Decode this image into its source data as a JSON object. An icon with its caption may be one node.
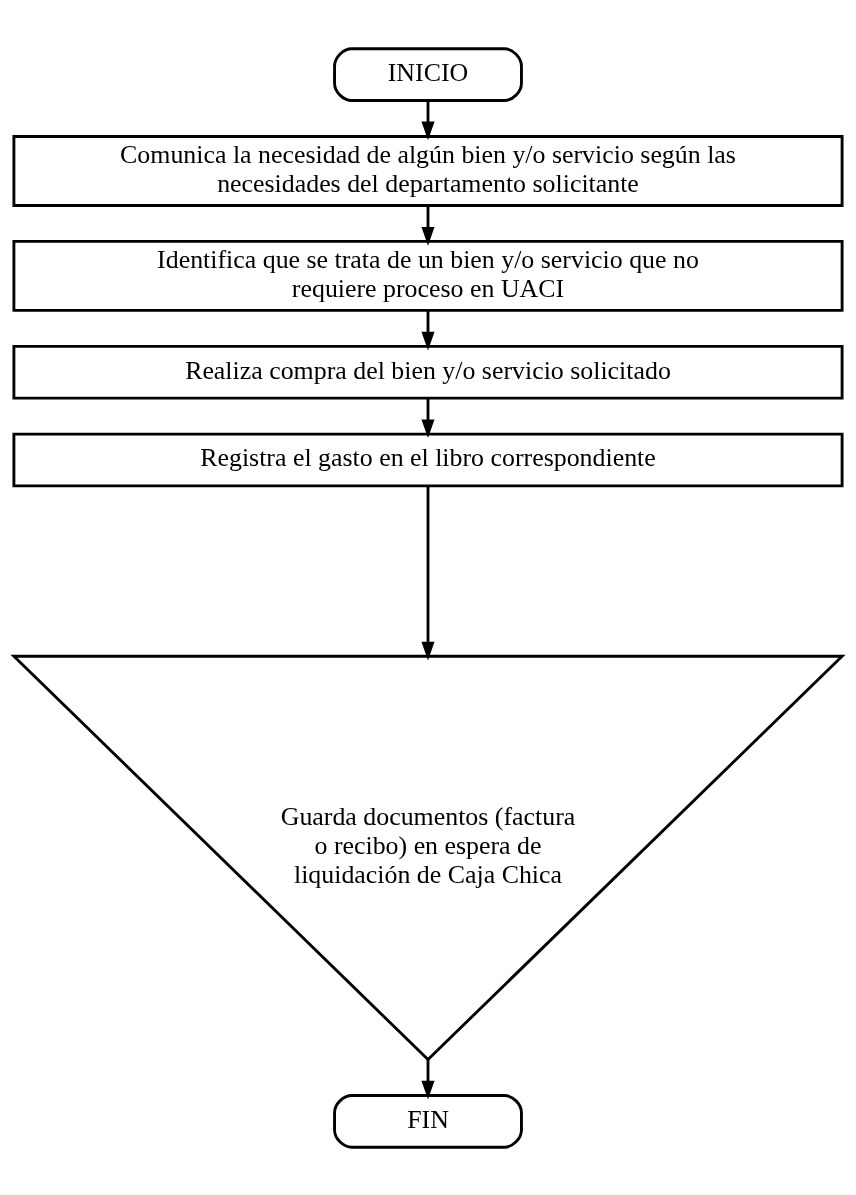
{
  "diagram": {
    "nodes": [
      {
        "text": [
          "INICIO"
        ]
      },
      {
        "text": [
          "Comunica la necesidad de algún bien y/o servicio según las necesidades del departamento solicitante"
        ]
      },
      {
        "text": [
          "Identifica que se trata de un bien y/o servicio que no requiere proceso en UACI"
        ]
      },
      {
        "text": [
          "Realiza compra del bien y/o servicio solicitado"
        ]
      },
      {
        "text": [
          "Registra el gasto en el libro correspondiente"
        ]
      },
      {
        "text": [
          "Guarda documentos (factura o recibo) en espera de liquidación de Caja Chica"
        ]
      },
      {
        "text": [
          "FIN"
        ]
      }
    ],
    "edges": [
      {
        "from": 0,
        "to": 1,
        "arrow": "to"
      },
      {
        "from": 1,
        "to": 2,
        "arrow": "to"
      },
      {
        "from": 2,
        "to": 3,
        "arrow": "to"
      },
      {
        "from": 3,
        "to": 4,
        "arrow": "to"
      },
      {
        "from": 4,
        "to": 5,
        "arrow": "to"
      },
      {
        "from": 5,
        "to": 6,
        "arrow": "to"
      }
    ]
  }
}
